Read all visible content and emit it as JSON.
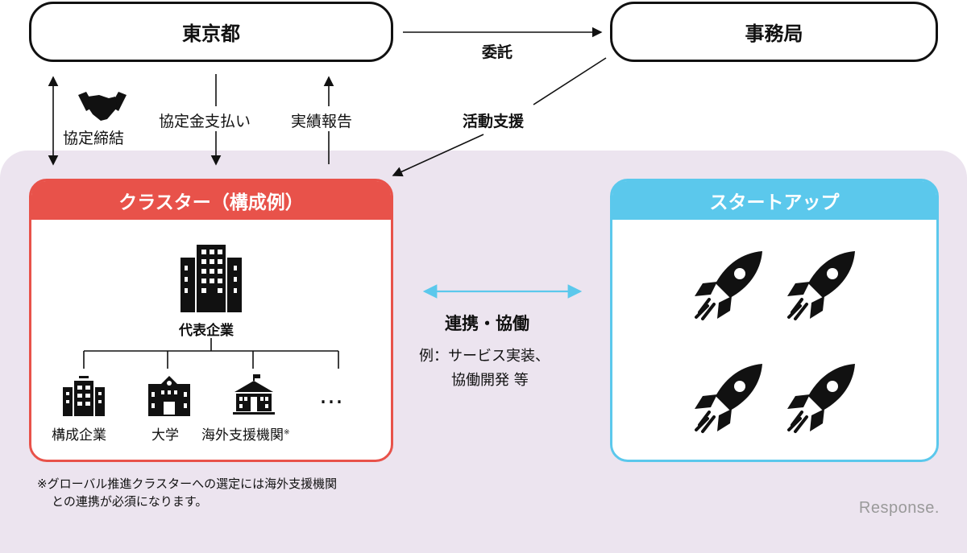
{
  "nodes": {
    "tokyo": "東京都",
    "office": "事務局"
  },
  "edges": {
    "commission": "委託",
    "activity_support": "活動支援",
    "agreement": "協定締結",
    "payment": "協定金支払い",
    "report": "実績報告"
  },
  "cluster": {
    "title": "クラスター（構成例）",
    "lead": "代表企業",
    "members": [
      "構成企業",
      "大学",
      "海外支援機関",
      "…"
    ],
    "member_note_mark": "※",
    "colors": {
      "accent": "#e8524a"
    }
  },
  "startup": {
    "title": "スタートアップ",
    "colors": {
      "accent": "#5bc8ec"
    }
  },
  "collab": {
    "title": "連携・協働",
    "example_line1": "例：サービス実装、",
    "example_line2": "協働開発 等"
  },
  "footnote": {
    "line1": "※グローバル推進クラスターへの選定には海外支援機関",
    "line2": "との連携が必須になります。"
  },
  "watermark": "Response."
}
